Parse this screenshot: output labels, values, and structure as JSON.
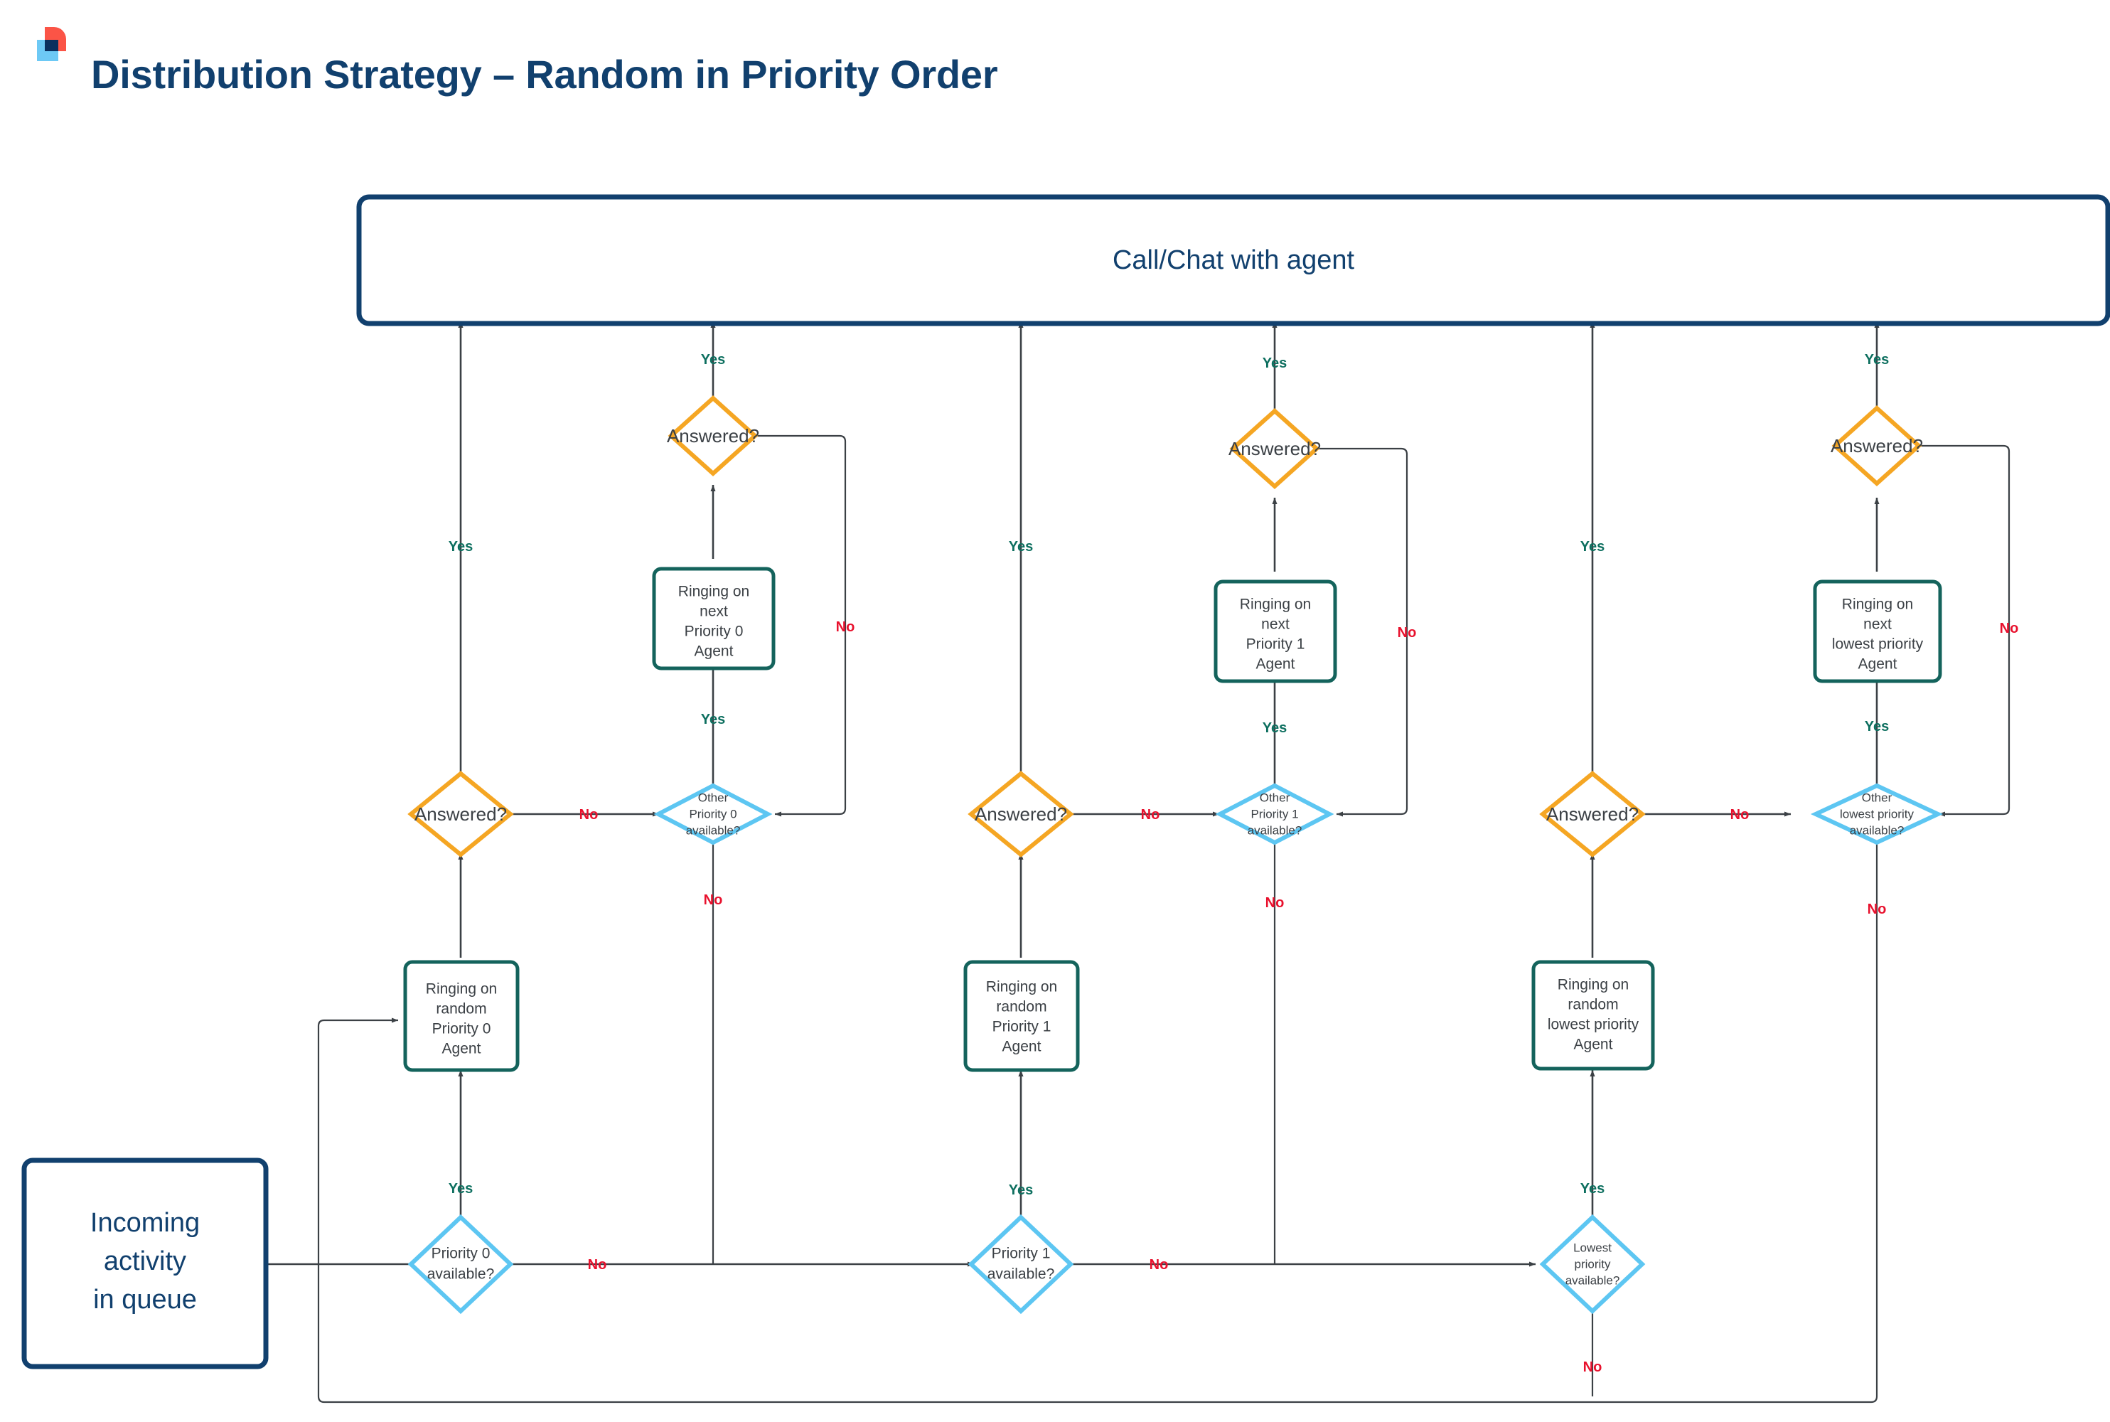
{
  "header": {
    "title": "Distribution Strategy – Random in Priority Order",
    "logo_name": "brand-logo",
    "title_color": "#11406e"
  },
  "palette": {
    "navy": "#11406e",
    "teal": "#14635c",
    "cyan": "#5dc6f2",
    "orange": "#f5a623",
    "yes_green": "#0d6f5f",
    "no_red": "#e8112d",
    "line": "#3b4045",
    "logo_red": "#fb5446",
    "logo_lightblue": "#6dc9f5",
    "logo_navy": "#0a2f5e"
  },
  "nodes": {
    "terminal_top": {
      "label": "Call/Chat with agent",
      "shape": "rounded-rect",
      "color": "#11406e"
    },
    "start": {
      "label_lines": [
        "Incoming",
        "activity",
        "in queue"
      ],
      "shape": "rounded-rect",
      "color": "#11406e"
    },
    "p0": {
      "available": {
        "label_lines": [
          "Priority 0",
          "available?"
        ],
        "shape": "diamond",
        "color": "#5dc6f2"
      },
      "ringing_random": {
        "label_lines": [
          "Ringing on",
          "random",
          "Priority 0",
          "Agent"
        ],
        "shape": "rounded-rect",
        "color": "#14635c"
      },
      "answered": {
        "label": "Answered?",
        "shape": "diamond",
        "color": "#f5a623"
      },
      "other_available": {
        "label_lines": [
          "Other",
          "Priority 0",
          "available?"
        ],
        "shape": "diamond",
        "color": "#5dc6f2"
      },
      "ringing_next": {
        "label_lines": [
          "Ringing on",
          "next",
          "Priority 0",
          "Agent"
        ],
        "shape": "rounded-rect",
        "color": "#14635c"
      },
      "answered2": {
        "label": "Answered?",
        "shape": "diamond",
        "color": "#f5a623"
      }
    },
    "p1": {
      "available": {
        "label_lines": [
          "Priority 1",
          "available?"
        ],
        "shape": "diamond",
        "color": "#5dc6f2"
      },
      "ringing_random": {
        "label_lines": [
          "Ringing on",
          "random",
          "Priority 1",
          "Agent"
        ],
        "shape": "rounded-rect",
        "color": "#14635c"
      },
      "answered": {
        "label": "Answered?",
        "shape": "diamond",
        "color": "#f5a623"
      },
      "other_available": {
        "label_lines": [
          "Other",
          "Priority 1",
          "available?"
        ],
        "shape": "diamond",
        "color": "#5dc6f2"
      },
      "ringing_next": {
        "label_lines": [
          "Ringing on",
          "next",
          "Priority 1",
          "Agent"
        ],
        "shape": "rounded-rect",
        "color": "#14635c"
      },
      "answered2": {
        "label": "Answered?",
        "shape": "diamond",
        "color": "#f5a623"
      }
    },
    "lowest": {
      "available": {
        "label_lines": [
          "Lowest",
          "priority",
          "available?"
        ],
        "shape": "diamond",
        "color": "#5dc6f2"
      },
      "ringing_random": {
        "label_lines": [
          "Ringing on",
          "random",
          "lowest priority",
          "Agent"
        ],
        "shape": "rounded-rect",
        "color": "#14635c"
      },
      "answered": {
        "label": "Answered?",
        "shape": "diamond",
        "color": "#f5a623"
      },
      "other_available": {
        "label_lines": [
          "Other",
          "lowest priority",
          "available?"
        ],
        "shape": "diamond",
        "color": "#5dc6f2"
      },
      "ringing_next": {
        "label_lines": [
          "Ringing on",
          "next",
          "lowest priority",
          "Agent"
        ],
        "shape": "rounded-rect",
        "color": "#14635c"
      },
      "answered2": {
        "label": "Answered?",
        "shape": "diamond",
        "color": "#f5a623"
      }
    }
  },
  "edge_labels": {
    "yes": "Yes",
    "no": "No",
    "p0_avail_yes": "Yes",
    "p0_avail_no": "No",
    "p0_answered_yes": "Yes",
    "p0_answered_no": "No",
    "p0_other_yes": "Yes",
    "p0_other_no": "No",
    "p0_answered2_yes": "Yes",
    "p0_answered2_no": "No",
    "p1_avail_yes": "Yes",
    "p1_avail_no": "No",
    "p1_answered_yes": "Yes",
    "p1_answered_no": "No",
    "p1_other_yes": "Yes",
    "p1_other_no": "No",
    "p1_answered2_yes": "Yes",
    "p1_answered2_no": "No",
    "lp_avail_yes": "Yes",
    "lp_avail_no": "No",
    "lp_answered_yes": "Yes",
    "lp_answered_no": "No",
    "lp_other_yes": "Yes",
    "lp_other_no": "No",
    "lp_answered2_yes": "Yes",
    "lp_answered2_no": "No"
  }
}
